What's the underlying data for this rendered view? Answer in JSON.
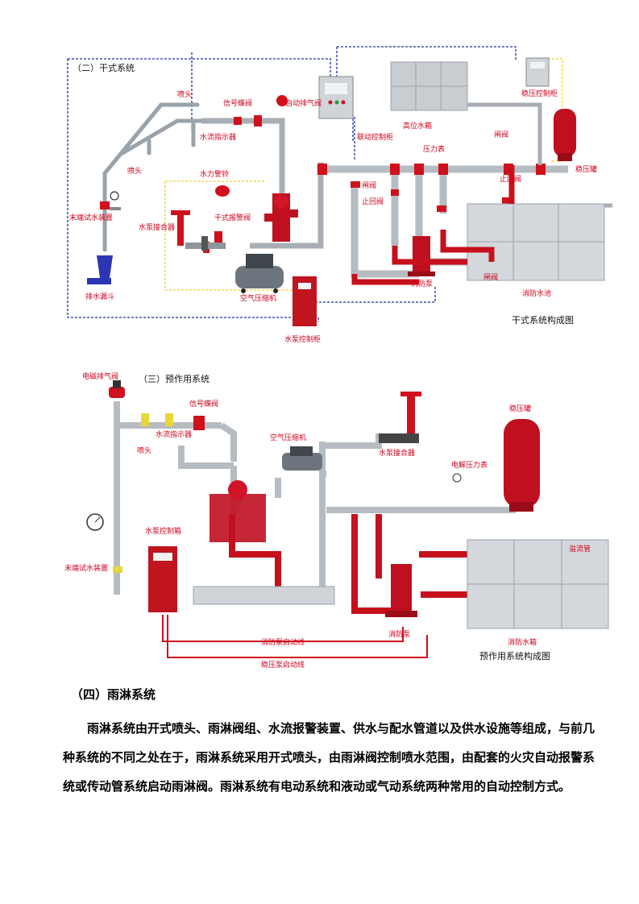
{
  "figure1": {
    "title": "（二）干式系统",
    "caption": "干式系统构成图",
    "labels": {
      "sprinkler_top": "喷头",
      "signal_valve": "信号蝶阀",
      "auto_vent": "自动排气阀",
      "linkage_cabinet": "联动控制柜",
      "high_tank": "高位水箱",
      "stab_cabinet": "稳压控制柜",
      "flow_indicator": "水流指示器",
      "sprinkler_mid": "喷头",
      "pressure_gauge": "压力表",
      "gate_valve_1": "闸阀",
      "check_valve_top": "止回阀",
      "stab_tank": "稳压罐",
      "end_test": "末端试水装置",
      "water_bell": "水力警铃",
      "check_valve_mid": "止回阀",
      "gate_valve_2": "闸阀",
      "pump_adapter": "水泵接合器",
      "alarm_valve": "干式报警阀",
      "drain_funnel": "排水漏斗",
      "air_compressor": "空气压缩机",
      "fire_pump": "消防泵",
      "gate_valve_3": "闸阀",
      "fire_pool": "消防水池",
      "pump_cabinet": "水泵控制柜"
    }
  },
  "figure2": {
    "title": "（三）预作用系统",
    "caption": "预作用系统构成图",
    "labels": {
      "solenoid_vent": "电磁排气阀",
      "signal_valve": "信号蝶阀",
      "flow_indicator": "水流指示器",
      "sprinkler": "喷头",
      "air_compressor": "空气压缩机",
      "pump_adapter": "水泵接合器",
      "stab_tank": "稳压罐",
      "electric_gauge": "电解压力表",
      "pump_cabinet": "水泵控制箱",
      "end_test": "末端试水装置",
      "overflow": "溢流管",
      "fire_pump": "消防泵",
      "fire_tank": "消防水箱",
      "pump_start_line": "消防泵启动线",
      "stab_start_line": "稳压泵启动线"
    }
  },
  "section": {
    "heading": "（四）雨淋系统",
    "paragraph": "雨淋系统由开式喷头、雨淋阀组、水流报警装置、供水与配水管道以及供水设施等组成，与前几种系统的不同之处在于，雨淋系统采用开式喷头，由雨淋阀控制喷水范围，由配套的火灾自动报警系统或传动管系统启动雨淋阀。雨淋系统有电动系统和液动或气动系统两种常用的自动控制方式。"
  }
}
